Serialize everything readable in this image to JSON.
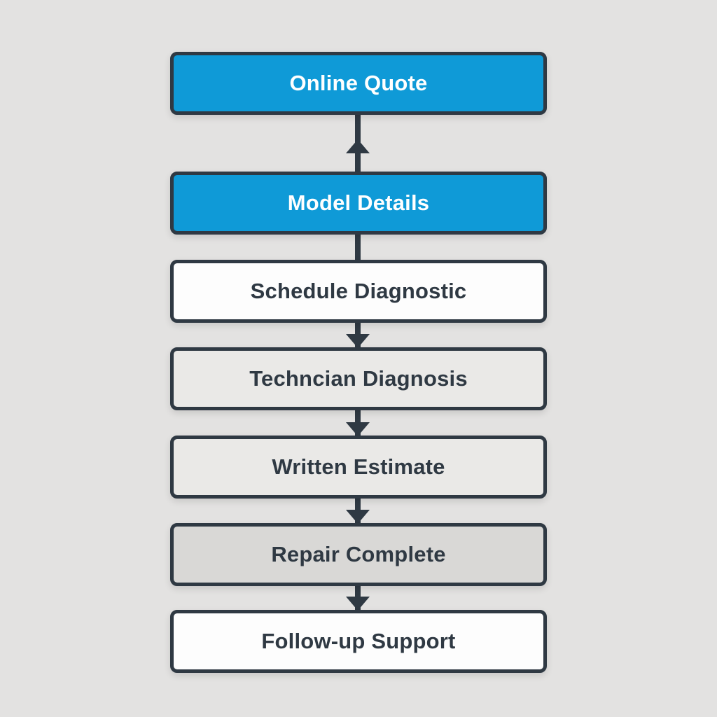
{
  "diagram": {
    "type": "flowchart",
    "orientation": "vertical",
    "steps": [
      {
        "label": "Online Quote",
        "style": "blue"
      },
      {
        "label": "Model Details",
        "style": "blue"
      },
      {
        "label": "Schedule Diagnostic",
        "style": "white"
      },
      {
        "label": "Techncian Diagnosis",
        "style": "light-gray"
      },
      {
        "label": "Written Estimate",
        "style": "light-gray"
      },
      {
        "label": "Repair Complete",
        "style": "gray"
      },
      {
        "label": "Follow-up Support",
        "style": "white"
      }
    ],
    "connectors": [
      {
        "from": "Model Details",
        "to": "Online Quote",
        "direction": "up",
        "arrowhead": true
      },
      {
        "from": "Model Details",
        "to": "Schedule Diagnostic",
        "direction": "down",
        "arrowhead": false
      },
      {
        "from": "Schedule Diagnostic",
        "to": "Techncian Diagnosis",
        "direction": "down",
        "arrowhead": true
      },
      {
        "from": "Techncian Diagnosis",
        "to": "Written Estimate",
        "direction": "down",
        "arrowhead": true
      },
      {
        "from": "Written Estimate",
        "to": "Repair Complete",
        "direction": "down",
        "arrowhead": true
      },
      {
        "from": "Repair Complete",
        "to": "Follow-up Support",
        "direction": "down",
        "arrowhead": true
      }
    ],
    "colors": {
      "accent_blue": "#0f9ad7",
      "outline_dark": "#2f3943",
      "page_background": "#e3e2e1",
      "white_box": "#fdfdfd",
      "light_gray_box": "#eae9e7",
      "gray_box": "#d9d8d6",
      "text_on_blue": "#ffffff",
      "text_on_gray": "#2f3943"
    }
  }
}
